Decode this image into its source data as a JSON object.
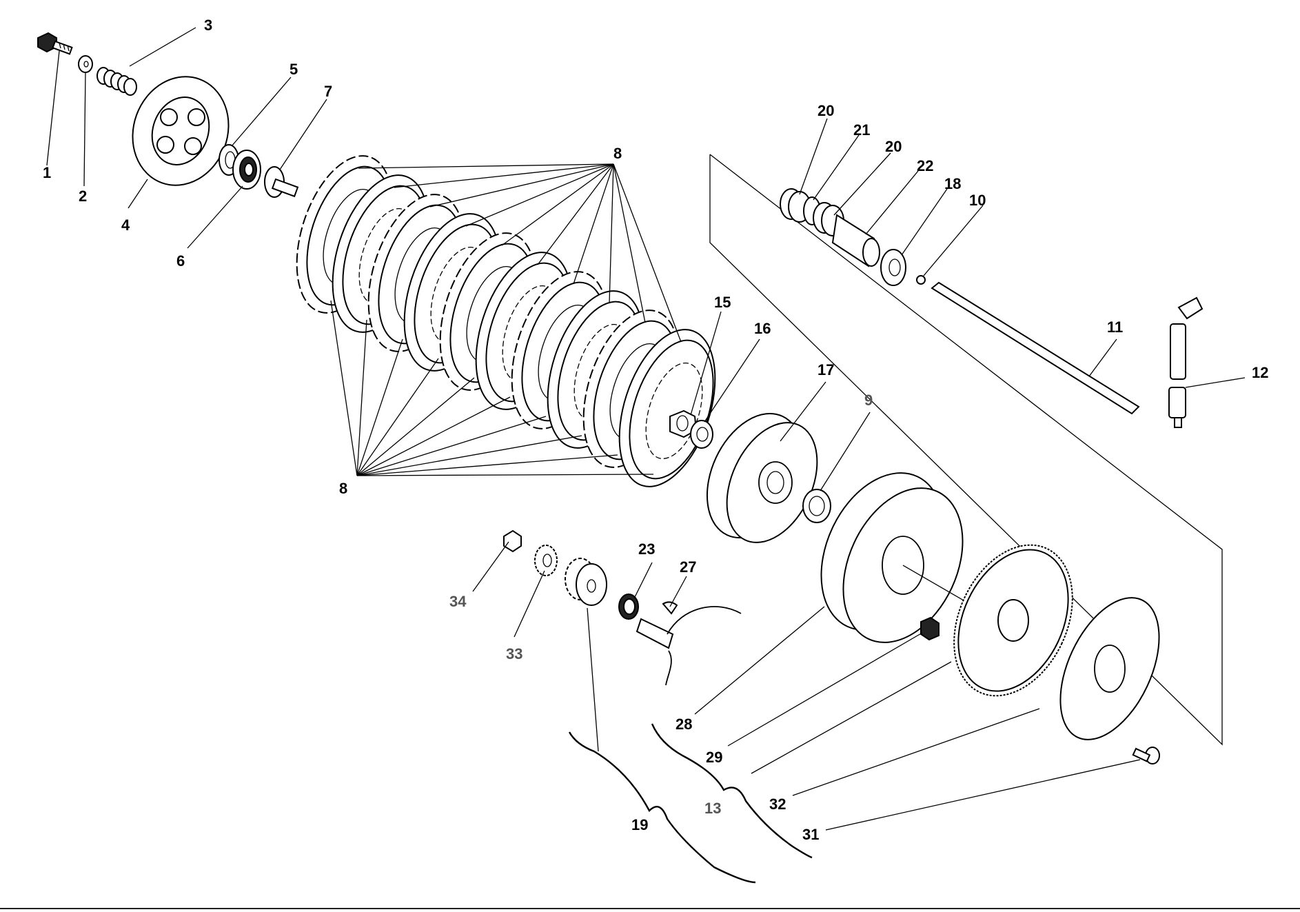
{
  "callouts": {
    "c1": "1",
    "c2": "2",
    "c3": "3",
    "c4": "4",
    "c5": "5",
    "c6": "6",
    "c7": "7",
    "c8a": "8",
    "c8b": "8",
    "c9": "9",
    "c10": "10",
    "c11": "11",
    "c12": "12",
    "c13": "13",
    "c15": "15",
    "c16": "16",
    "c17": "17",
    "c18": "18",
    "c19": "19",
    "c20a": "20",
    "c20b": "20",
    "c21": "21",
    "c22": "22",
    "c23": "23",
    "c27": "27",
    "c28": "28",
    "c29": "29",
    "c31": "31",
    "c32": "32",
    "c33": "33",
    "c34": "34"
  },
  "colors": {
    "ink": "#000000",
    "secondary_label": "#555555",
    "paper": "#ffffff"
  }
}
